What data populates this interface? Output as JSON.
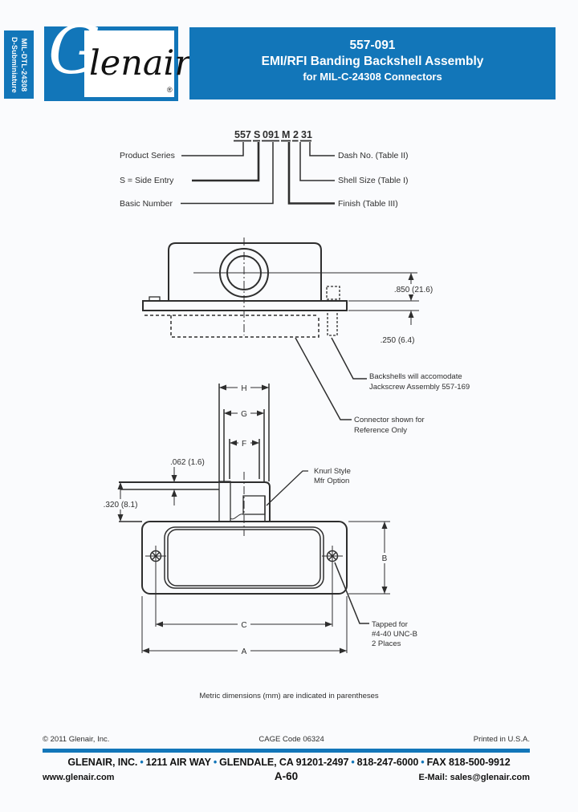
{
  "colors": {
    "brand_blue": "#1276b9",
    "line": "#2e2e2e"
  },
  "sidebar_tab": {
    "line1": "MIL-DTL-24308",
    "line2": "D-Subminiature"
  },
  "logo": {
    "g": "G",
    "rest": "lenair",
    "registered": "®"
  },
  "banner": {
    "part_number": "557-091",
    "title": "EMI/RFI Banding Backshell Assembly",
    "subtitle": "for MIL-C-24308 Connectors"
  },
  "part_breakdown": {
    "segments": [
      "557",
      "S",
      "091",
      "M",
      "2",
      "31"
    ],
    "left_labels": [
      "Product Series",
      "S = Side Entry",
      "Basic Number"
    ],
    "right_labels": [
      "Dash No. (Table II)",
      "Shell Size (Table I)",
      "Finish (Table III)"
    ]
  },
  "dimensions": {
    "d850": ".850 (21.6)",
    "d250": ".250  (6.4)",
    "d062": ".062 (1.6)",
    "d320": ".320 (8.1)",
    "H": "H",
    "G": "G",
    "F": "F",
    "A": "A",
    "B": "B",
    "C": "C"
  },
  "notes": {
    "backshells_line1": "Backshells will accomodate",
    "backshells_line2": "Jackscrew Assembly 557-169",
    "connector_line1": "Connector shown for",
    "connector_line2": "Reference Only",
    "knurl_line1": "Knurl Style",
    "knurl_line2": "Mfr Option",
    "tapped_line1": "Tapped for",
    "tapped_line2": "#4-40 UNC-B",
    "tapped_line3": "2 Places"
  },
  "metric_note": "Metric dimensions (mm) are indicated in parentheses",
  "footer": {
    "copyright": "© 2011 Glenair, Inc.",
    "cage_code": "CAGE Code 06324",
    "printed": "Printed in U.S.A.",
    "address_segments": [
      "GLENAIR, INC.",
      "1211 AIR WAY",
      "GLENDALE, CA 91201-2497",
      "818-247-6000",
      "FAX 818-500-9912"
    ],
    "bullet": "•",
    "website": "www.glenair.com",
    "page_number": "A-60",
    "email": "E-Mail: sales@glenair.com"
  }
}
